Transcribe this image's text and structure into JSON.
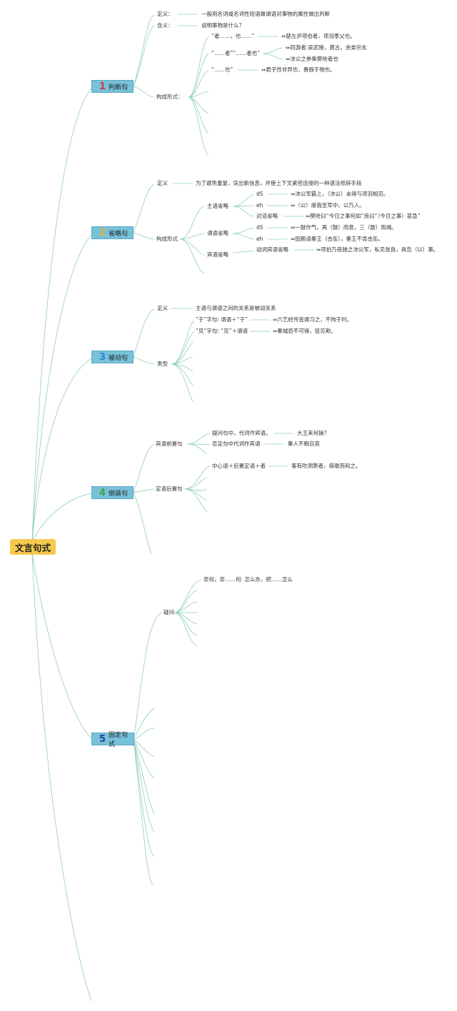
{
  "root": "文言句式",
  "sections": [
    {
      "num": "1",
      "num_color": "#d8324b",
      "label": "判断句"
    },
    {
      "num": "2",
      "num_color": "#e8b52a",
      "label": "省略句"
    },
    {
      "num": "3",
      "num_color": "#2f7fd6",
      "label": "被动句"
    },
    {
      "num": "4",
      "num_color": "#3ca64a",
      "label": "倒装句"
    },
    {
      "num": "5",
      "num_color": "#263fa0",
      "label": "固定句式"
    }
  ],
  "s1": {
    "def_label": "定义：",
    "def_text": "一般用名词或名词性短语做谓语对事物的属性做出判断",
    "meaning_label": "含义：",
    "meaning_text": "说明事物是什么？",
    "form_label": "构成形式：",
    "p1": "“者……，也……”",
    "p1_ex": "⇔楚左尹项伯者，项羽季父也。",
    "p2": "“……者”“……者也”",
    "p2_ex1": "⇔同游者:吴武陵，龚古，余弟宗玄",
    "p2_ex2": "⇔沛公之参乘樊哙者也",
    "p3": "“……也”",
    "p3_ex": "⇔君子性非异也，善假于物也。"
  },
  "s2": {
    "def_label": "定义",
    "def_text": "为了避免重复，突出新信息，并使上下文紧密连接的一种语法修辞手段",
    "form_label": "构成形式",
    "subj": "主语省略",
    "subj_a": "dS",
    "subj_a_ex": "⇔沛公军霸上，（沛公）未得与项羽相见。",
    "subj_b": "eh",
    "subj_b_ex": "⇔（公）度我至军中，公乃入。",
    "subj_c": "对话省略",
    "subj_c_ex": "⇔樊哙曰“今日之事何如”良曰“（今日之事）甚急”",
    "pred": "谓语省略",
    "pred_a": "dS",
    "pred_a_ex": "⇔一鼓作气，再（鼓）而衰，三（鼓）而竭。",
    "pred_b": "eh",
    "pred_b_ex": "⇔因跪请秦王（击缶），秦王不肯击缶。",
    "obj": "宾语省略",
    "obj_a": "动词宾语省略",
    "obj_a_ex": "⇔项伯乃夜驰之沛公军，私见张良，具告（以）事。"
  },
  "s3": {
    "def_label": "定义",
    "def_text": "主语与谓语之间的关系是被动关系",
    "type_label": "类型",
    "t1": "“于”字句: 谓语＋“于”",
    "t1_ex": "⇔六艺经传皆通习之，不拘于时。",
    "t2": "“见”字句: “见”＋谓语",
    "t2_ex": "⇔秦城恐不可得，徒见欺。"
  },
  "s4": {
    "obj_label": "宾语前置句",
    "o1": "疑问句中，代词作宾语。",
    "o1_ex": "大王来何操？",
    "o2": "否定句中代词作宾语",
    "o2_ex": "秦人不暇自哀",
    "attr_label": "定语后置句",
    "a1": "中心语＋后置定语＋者",
    "a1_ex": "客有吹洞箫者，倚歌而和之。"
  },
  "s5": {
    "q_label": "疑问",
    "q1": "奈何，奈……何: 怎么办，把……怎么"
  }
}
